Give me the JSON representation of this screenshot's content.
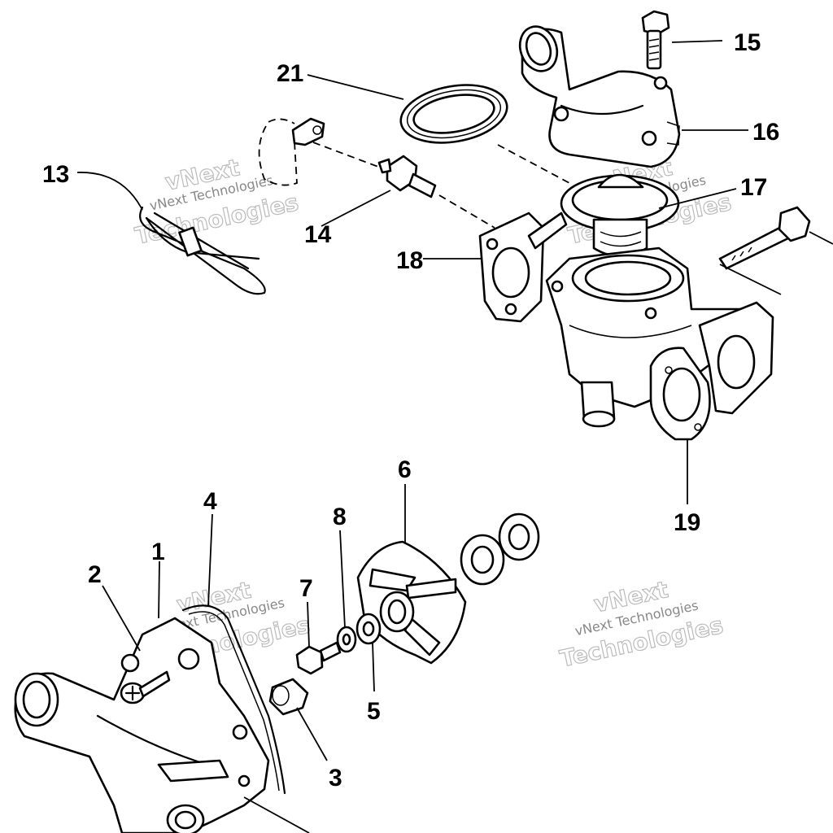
{
  "callouts": [
    {
      "id": "1",
      "label": "1"
    },
    {
      "id": "2",
      "label": "2"
    },
    {
      "id": "3",
      "label": "3"
    },
    {
      "id": "4",
      "label": "4"
    },
    {
      "id": "5",
      "label": "5"
    },
    {
      "id": "6",
      "label": "6"
    },
    {
      "id": "7",
      "label": "7"
    },
    {
      "id": "8",
      "label": "8"
    },
    {
      "id": "13",
      "label": "13"
    },
    {
      "id": "14",
      "label": "14"
    },
    {
      "id": "15",
      "label": "15"
    },
    {
      "id": "16",
      "label": "16"
    },
    {
      "id": "17",
      "label": "17"
    },
    {
      "id": "18",
      "label": "18"
    },
    {
      "id": "19",
      "label": "19"
    },
    {
      "id": "21",
      "label": "21"
    }
  ],
  "watermark": {
    "top_text": "vNext",
    "bottom_text": "Technologies",
    "small_text": "vNext Technologies"
  }
}
